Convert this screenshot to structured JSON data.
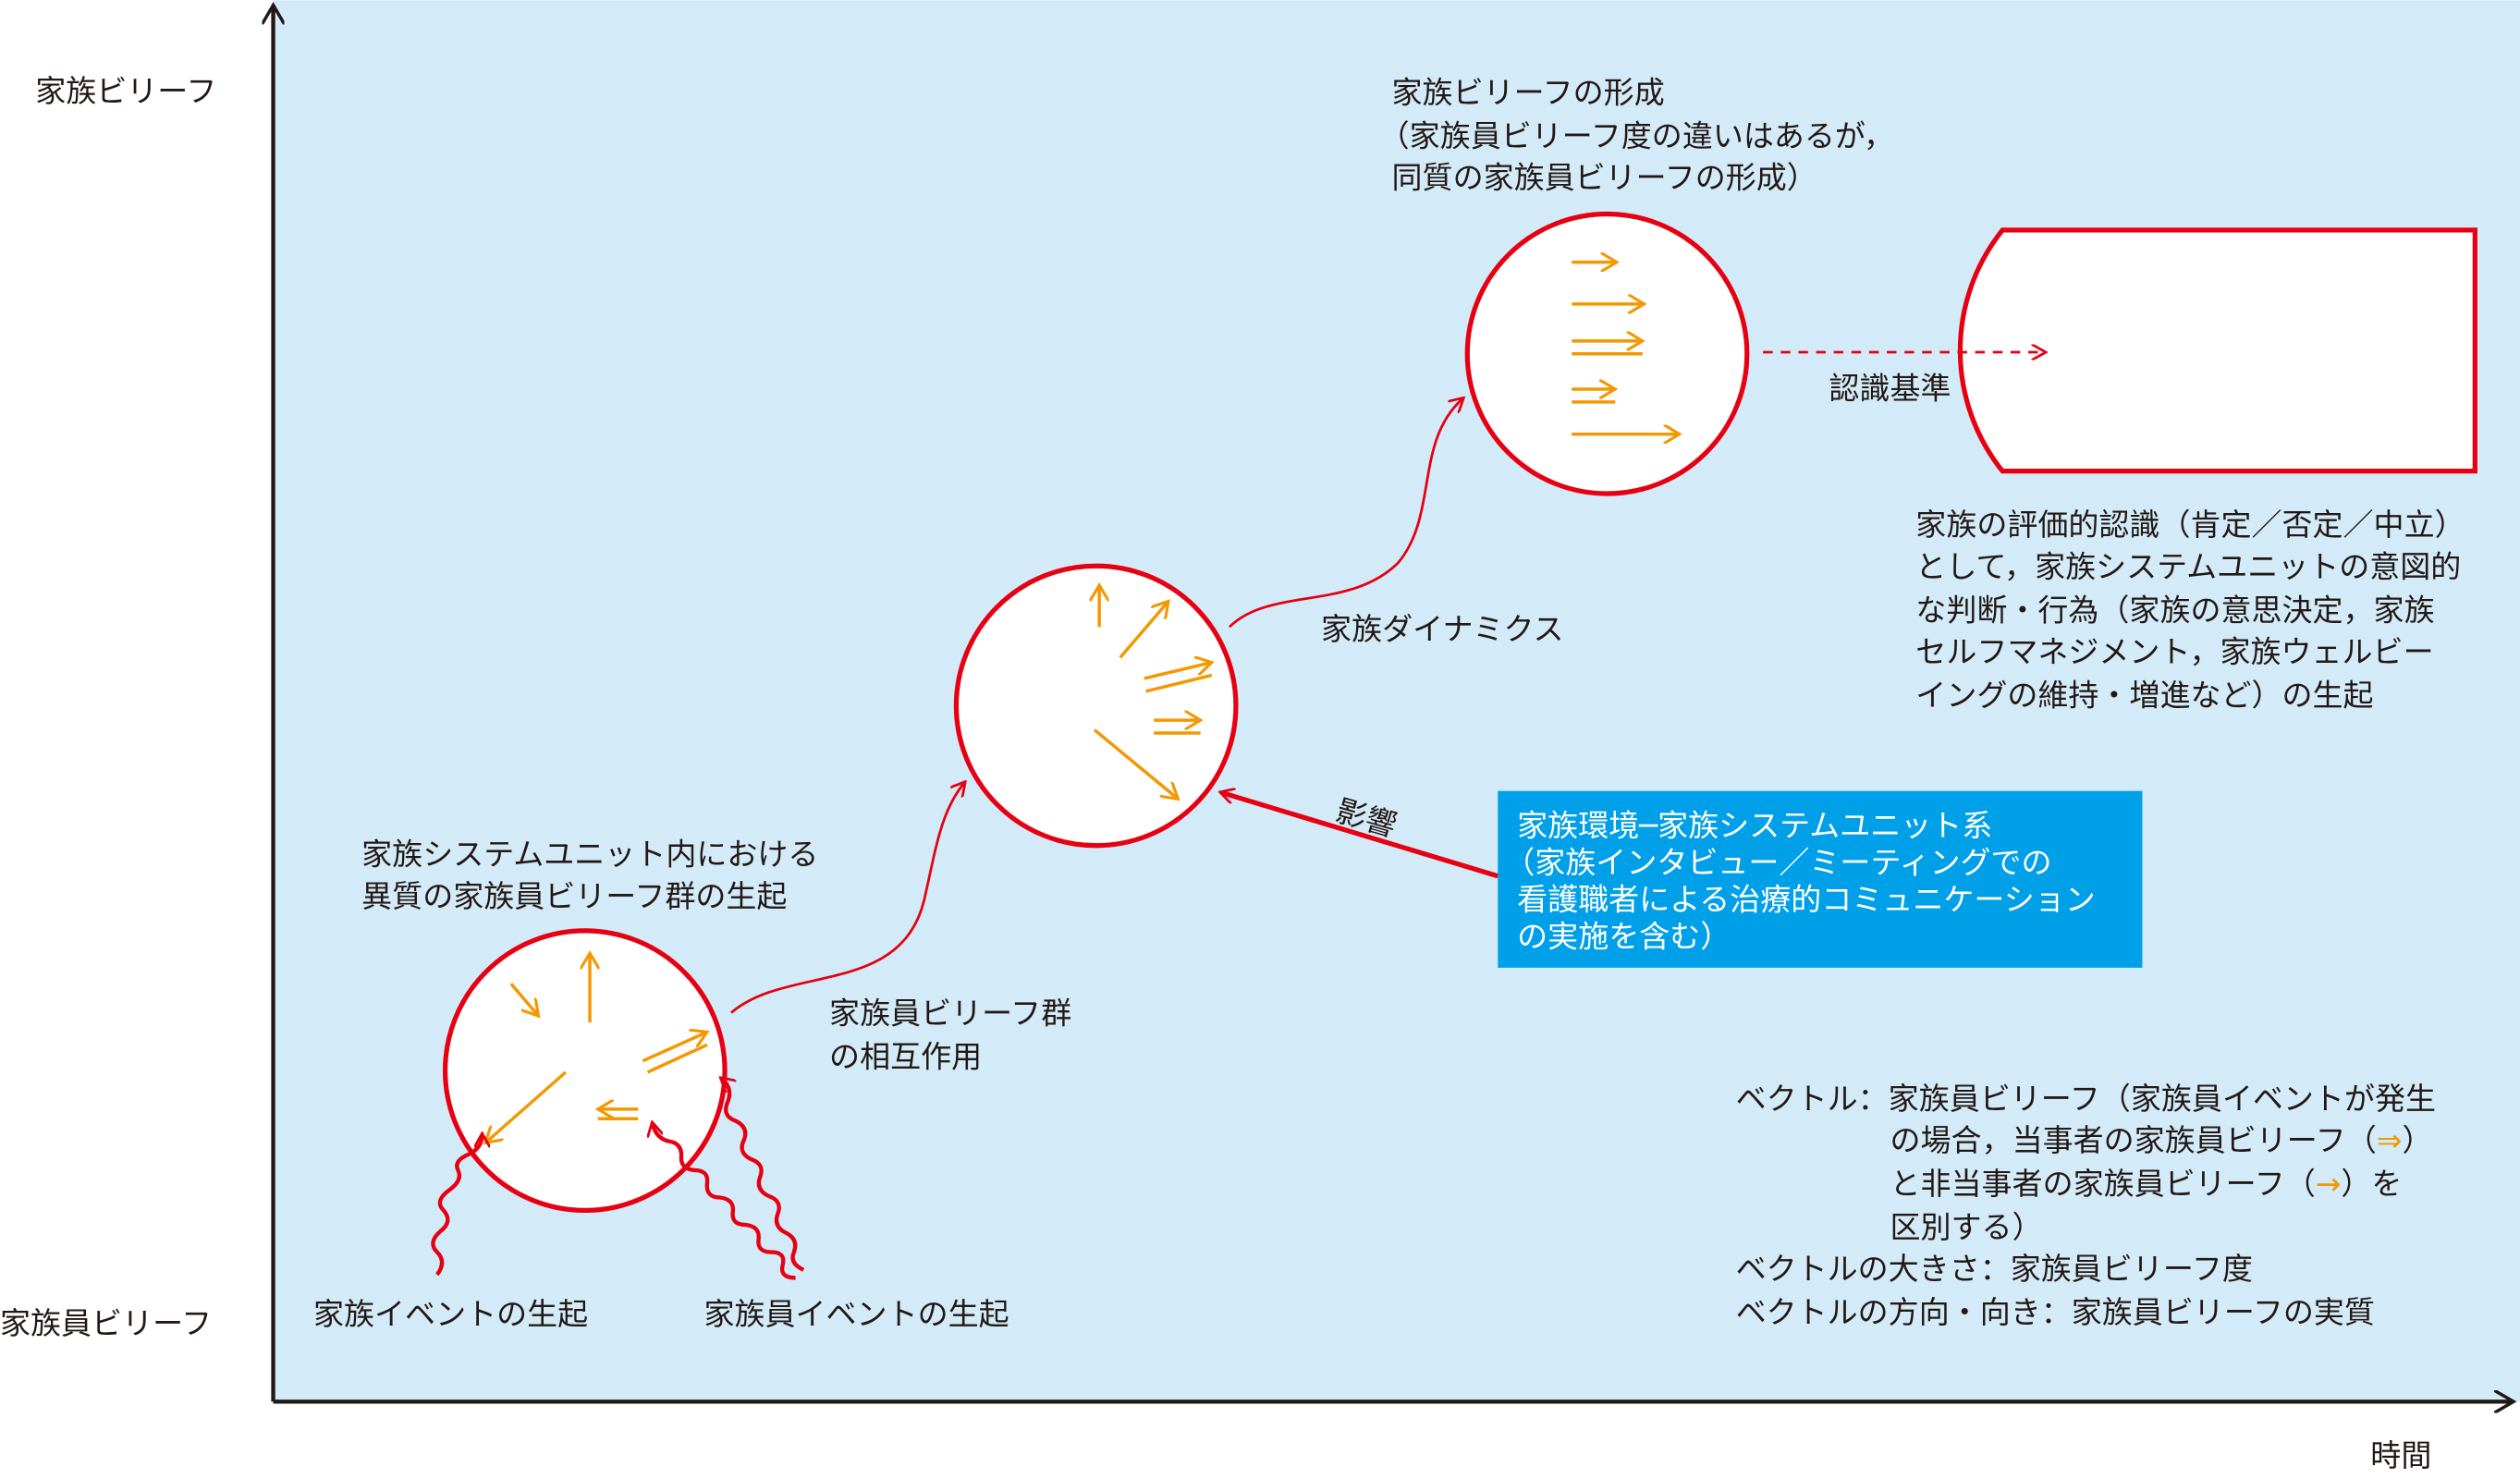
{
  "axes": {
    "y_top_label": "家族ビリーフ",
    "y_bottom_label": "家族員ビリーフ",
    "x_label": "時間"
  },
  "colors": {
    "background": "#d3ebf8",
    "circle": "#e60012",
    "vector": "#f39800",
    "environment_box": "#00a0e9"
  },
  "stages": {
    "heterogeneous": [
      "家族システムユニット内における",
      "異質の家族員ビリーフ群の生起"
    ],
    "interaction": [
      "家族員ビリーフ群",
      "の相互作用"
    ],
    "dynamics": "家族ダイナミクス",
    "formation": [
      "家族ビリーフの形成",
      "（家族員ビリーフ度の違いはあるが，",
      "同質の家族員ビリーフの形成）"
    ],
    "criterion": "認識基準",
    "evaluation": [
      "家族の評価的認識（肯定／否定／中立）",
      "として，家族システムユニットの意図的",
      "な判断・行為（家族の意思決定，家族",
      "セルフマネジメント，家族ウェルビー",
      "イングの維持・増進など）の生起"
    ]
  },
  "events": {
    "family_event": "家族イベントの生起",
    "member_event": "家族員イベントの生起"
  },
  "influence": "影響",
  "environment_box": [
    "家族環境─家族システムユニット系",
    "（家族インタビュー／ミーティングでの",
    "看護職者による治療的コミュニケーション",
    "の実施を含む）"
  ],
  "legend": {
    "vector_label": "ベクトル：家族員ビリーフ（家族員イベントが発生",
    "vector_line2a": "の場合，当事者の家族員ビリーフ（",
    "double_arrow": "⇒",
    "close_paren": "）",
    "vector_line3a": "と非当事者の家族員ビリーフ（",
    "single_arrow": "→",
    "vector_line3b": "）を",
    "vector_line4": "区別する）",
    "magnitude": "ベクトルの大きさ：家族員ビリーフ度",
    "direction": "ベクトルの方向・向き：家族員ビリーフの実質"
  }
}
